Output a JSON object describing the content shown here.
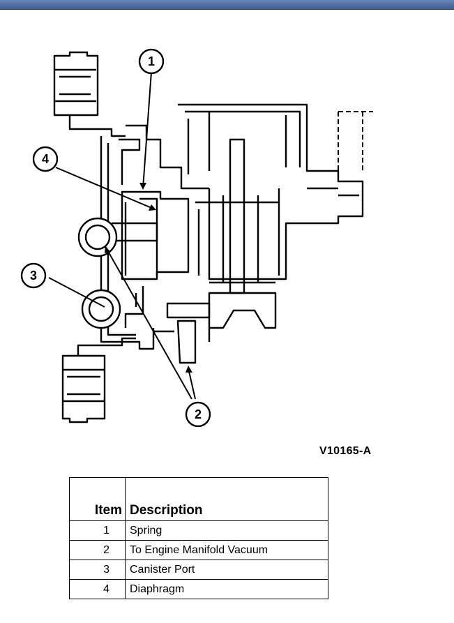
{
  "figure_id": "V10165-A",
  "callouts": [
    "1",
    "2",
    "3",
    "4"
  ],
  "table": {
    "headers": [
      "Item",
      "Description"
    ],
    "rows": [
      {
        "item": "1",
        "description": "Spring"
      },
      {
        "item": "2",
        "description": "To Engine Manifold Vacuum"
      },
      {
        "item": "3",
        "description": "Canister Port"
      },
      {
        "item": "4",
        "description": "Diaphragm"
      }
    ]
  },
  "colors": {
    "header_bar": "#4a6aa0",
    "ink": "#000000"
  }
}
